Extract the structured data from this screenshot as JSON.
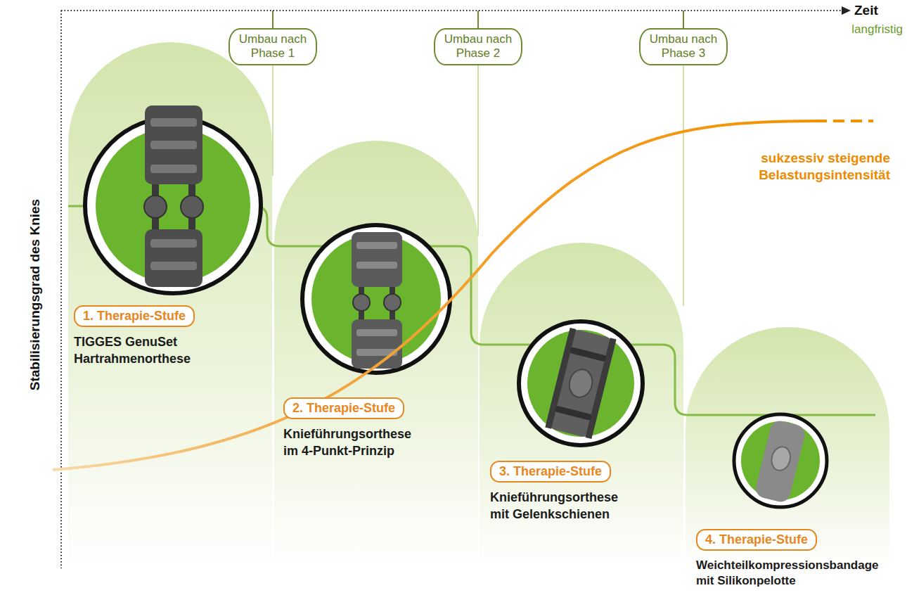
{
  "diagram": {
    "nodes": [
      {
        "text": [
          "Umbau nach Phase 1"
        ]
      },
      {
        "text": [
          "Umbau nach Phase 2"
        ]
      },
      {
        "text": [
          "Umbau nach Phase 3"
        ]
      },
      {
        "text": [
          "1. Therapie-Stufe",
          "TIGGES GenuSet Hartrahmenorthese"
        ]
      },
      {
        "text": [
          "2. Therapie-Stufe",
          "Knieführungsorthese im 4-Punkt-Prinzip"
        ]
      },
      {
        "text": [
          "3. Therapie-Stufe",
          "Knieführungsorthese mit Gelenkschienen"
        ]
      },
      {
        "text": [
          "4. Therapie-Stufe",
          "Weichteilkompressionsbandage mit Silikonpelotte"
        ]
      }
    ],
    "labels": [
      "Zeit",
      "langfristig",
      "Stabilisierungsgrad des Knies",
      "sukzessiv steigende Belastungsintensität"
    ]
  }
}
